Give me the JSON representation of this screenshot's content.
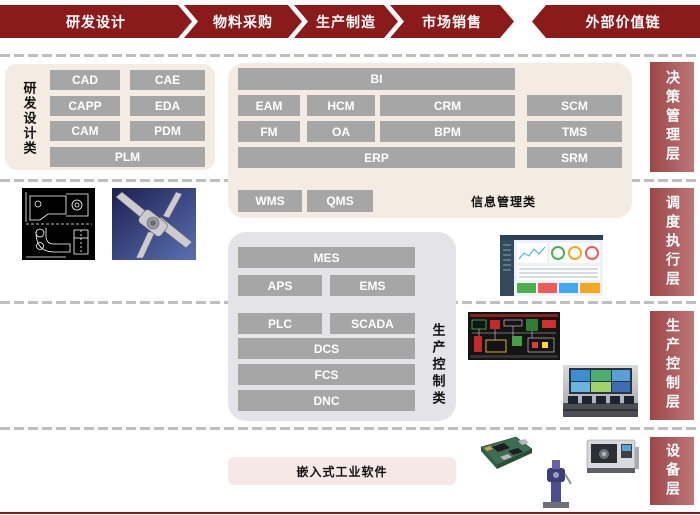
{
  "value_chain": {
    "stages": [
      "研发设计",
      "物料采购",
      "生产制造",
      "市场销售",
      "外部价值链"
    ]
  },
  "layers": [
    "决策管理层",
    "调度执行层",
    "生产控制层",
    "设备层"
  ],
  "rd_design": {
    "label": "研发设计类",
    "software": [
      "CAD",
      "CAE",
      "CAPP",
      "EDA",
      "CAM",
      "PDM",
      "PLM"
    ]
  },
  "info_management": {
    "label": "信息管理类",
    "software": [
      "BI",
      "EAM",
      "HCM",
      "CRM",
      "SCM",
      "FM",
      "OA",
      "BPM",
      "TMS",
      "ERP",
      "SRM",
      "WMS",
      "QMS"
    ]
  },
  "production_control": {
    "label": "生产控制类",
    "software": [
      "MES",
      "APS",
      "EMS",
      "PLC",
      "SCADA",
      "DCS",
      "FCS",
      "DNC"
    ]
  },
  "embedded": {
    "label": "嵌入式工业软件"
  },
  "colors": {
    "banner": "#8b1a1a",
    "layer_dark": "#9c4749",
    "layer_light": "#bd7576",
    "software_box": "#a6a6a6",
    "panel_beige": "#f4ece2",
    "panel_gray": "#e4e4e8",
    "embedded_panel": "#f6e8e6",
    "divider": "#bfbfbf"
  }
}
